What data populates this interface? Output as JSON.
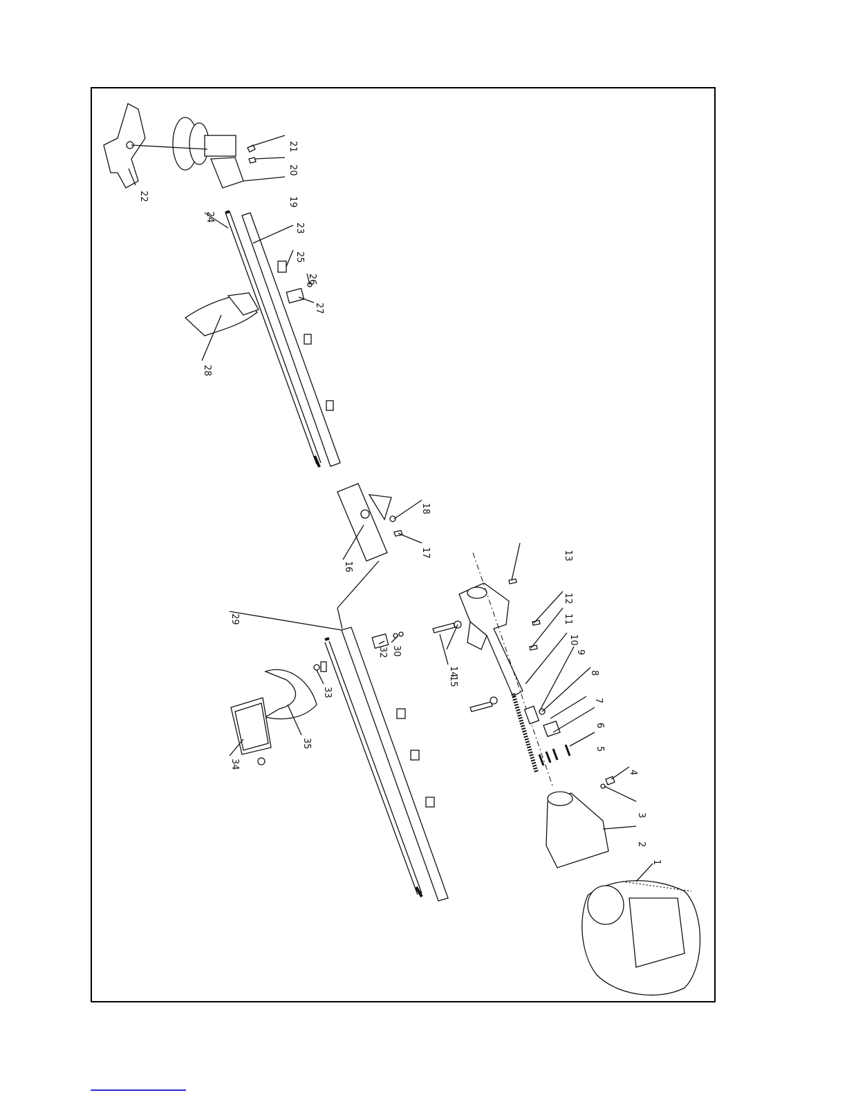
{
  "diagram": {
    "orientation": "rotated-90",
    "labels": [
      "1",
      "2",
      "3",
      "4",
      "5",
      "6",
      "7",
      "8",
      "9",
      "10",
      "11",
      "12",
      "13",
      "14",
      "15",
      "16",
      "17",
      "18",
      "19",
      "20",
      "21",
      "22",
      "23",
      "24",
      "25",
      "26",
      "27",
      "28",
      "29",
      "30",
      "32",
      "33",
      "34",
      "35"
    ]
  },
  "colors": {
    "line": "#111111",
    "footer_rule": "#2a2ad8"
  }
}
